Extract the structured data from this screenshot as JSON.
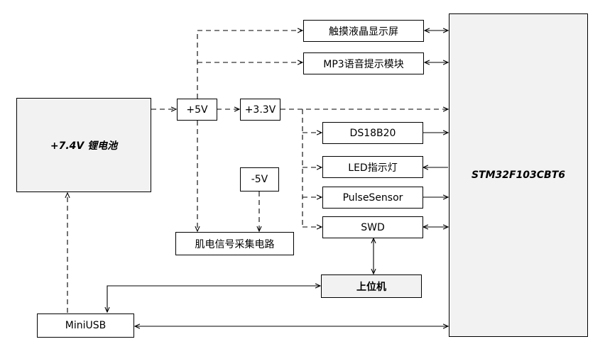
{
  "blocks": {
    "battery": "+7.4V 锂电池",
    "v5": "+5V",
    "v33": "+3.3V",
    "vneg5": "-5V",
    "emg": "肌电信号采集电路",
    "miniusb": "MiniUSB",
    "lcd": "触摸液晶显示屏",
    "mp3": "MP3语音提示模块",
    "ds18b20": "DS18B20",
    "led": "LED指示灯",
    "pulse": "PulseSensor",
    "swd": "SWD",
    "pc": "上位机",
    "mcu": "STM32F103CBT6"
  }
}
